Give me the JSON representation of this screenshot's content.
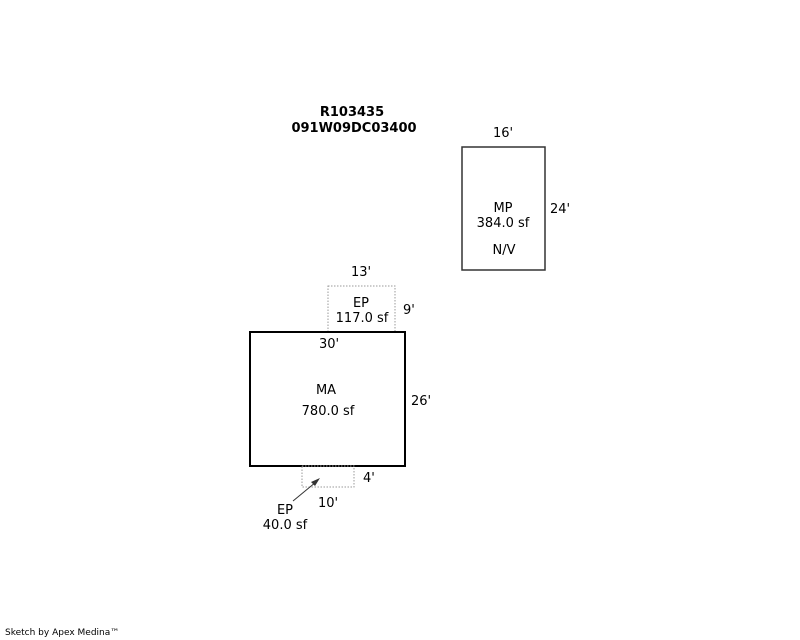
{
  "header": {
    "account_id": "R103435",
    "parcel_id": "091W09DC03400"
  },
  "sketch": {
    "areas": [
      {
        "code": "MP",
        "area": "384.0 sf",
        "note": "N/V",
        "width_label": "16'",
        "depth_label": "24'"
      },
      {
        "code": "EP",
        "area": "117.0 sf",
        "width_label": "13'",
        "depth_label": "9'"
      },
      {
        "code": "MA",
        "area": "780.0 sf",
        "width_label": "30'",
        "depth_label": "26'"
      },
      {
        "code": "EP",
        "area": "40.0 sf",
        "width_label": "10'",
        "depth_label": "4'"
      }
    ]
  },
  "footer": {
    "credit": "Sketch by Apex Medina™"
  },
  "colors": {
    "main_line": "#000000",
    "porch_line": "#999999",
    "mp_line": "#333333"
  }
}
